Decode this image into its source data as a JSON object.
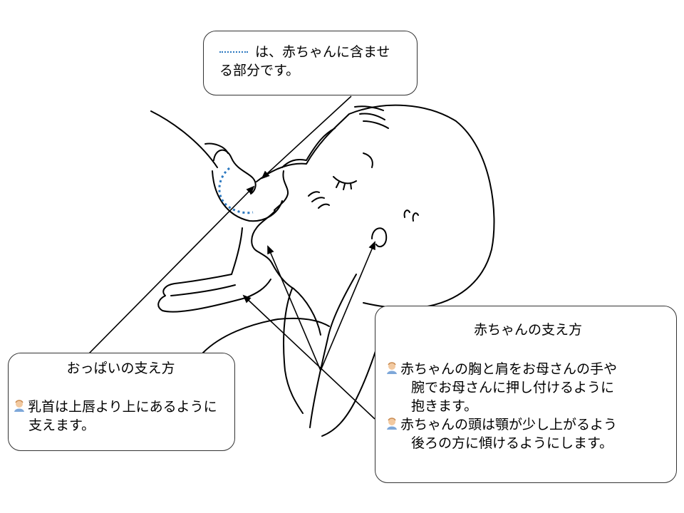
{
  "callout_top": {
    "lines": [
      "は、赤ちゃんに含ませ",
      "る部分です。"
    ]
  },
  "breast_box": {
    "title": "おっぱいの支え方",
    "items": [
      {
        "lines": [
          "乳首は上唇より上にあるように",
          "支えます。"
        ]
      }
    ]
  },
  "baby_box": {
    "title": "赤ちゃんの支え方",
    "items": [
      {
        "lines": [
          "赤ちゃんの胸と肩をお母さんの手や",
          "腕でお母さんに押し付けるように",
          "抱きます。"
        ]
      },
      {
        "lines": [
          "赤ちゃんの頭は顎が少し上がるよう",
          "後ろの方に傾けるようにします。"
        ]
      }
    ]
  },
  "icons": {
    "bullet": "baby-face-icon",
    "legend": "dotted-line-icon"
  },
  "colors": {
    "dotted_region": "#2b78c0",
    "line": "#000000",
    "bullet_face": "#f2c9a0",
    "bullet_body": "#7da7d9"
  }
}
